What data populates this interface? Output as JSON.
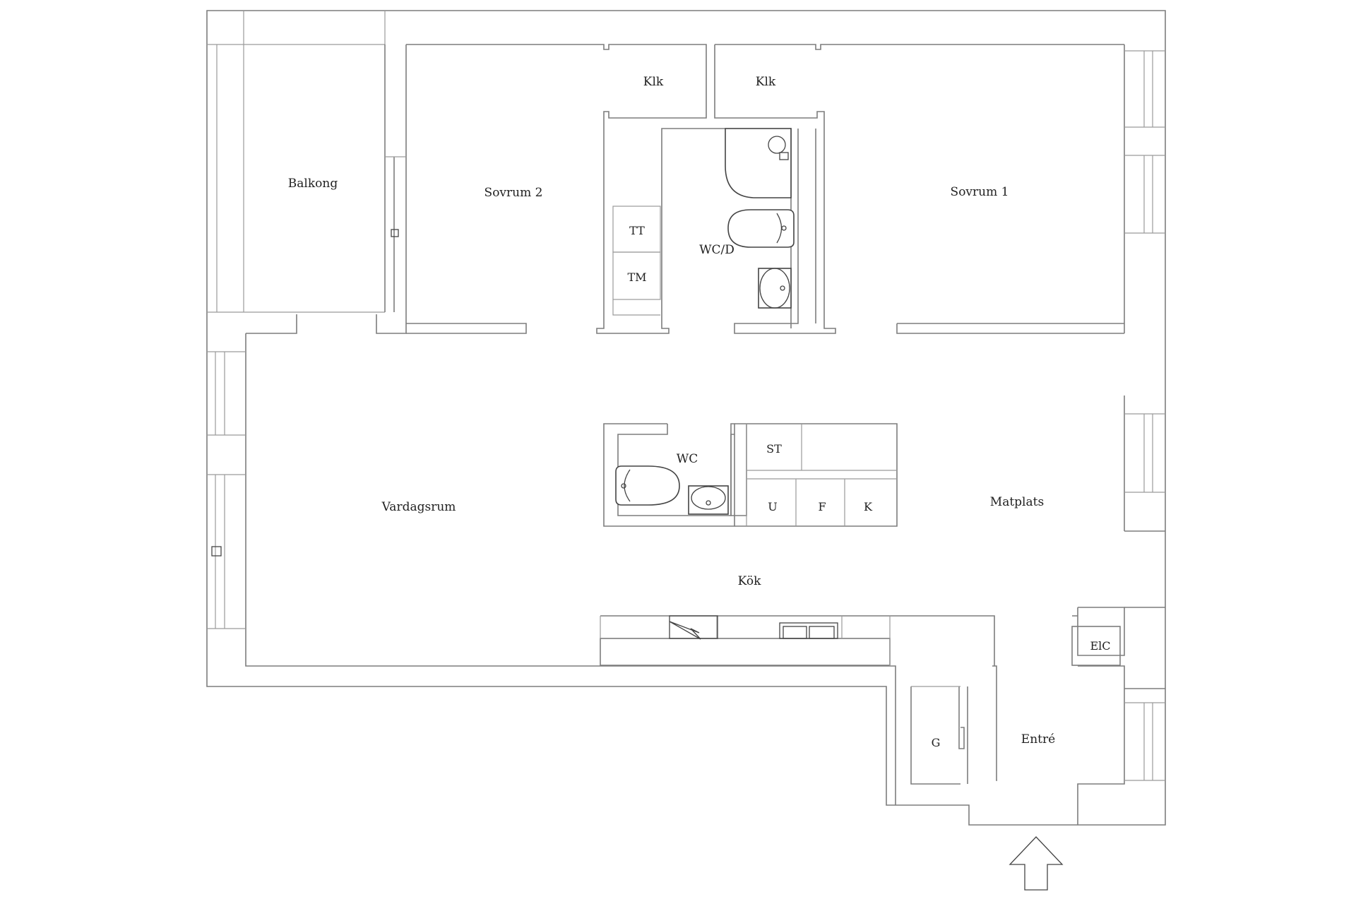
{
  "plan": {
    "rooms": {
      "balkong": "Balkong",
      "sovrum2": "Sovrum 2",
      "sovrum1": "Sovrum 1",
      "klk_left": "Klk",
      "klk_right": "Klk",
      "wcd": "WC/D",
      "tt": "TT",
      "tm": "TM",
      "wc": "WC",
      "st": "ST",
      "u": "U",
      "f": "F",
      "k": "K",
      "vardagsrum": "Vardagsrum",
      "matplats": "Matplats",
      "kok": "Kök",
      "elc": "ElC",
      "g": "G",
      "entre": "Entré"
    }
  }
}
